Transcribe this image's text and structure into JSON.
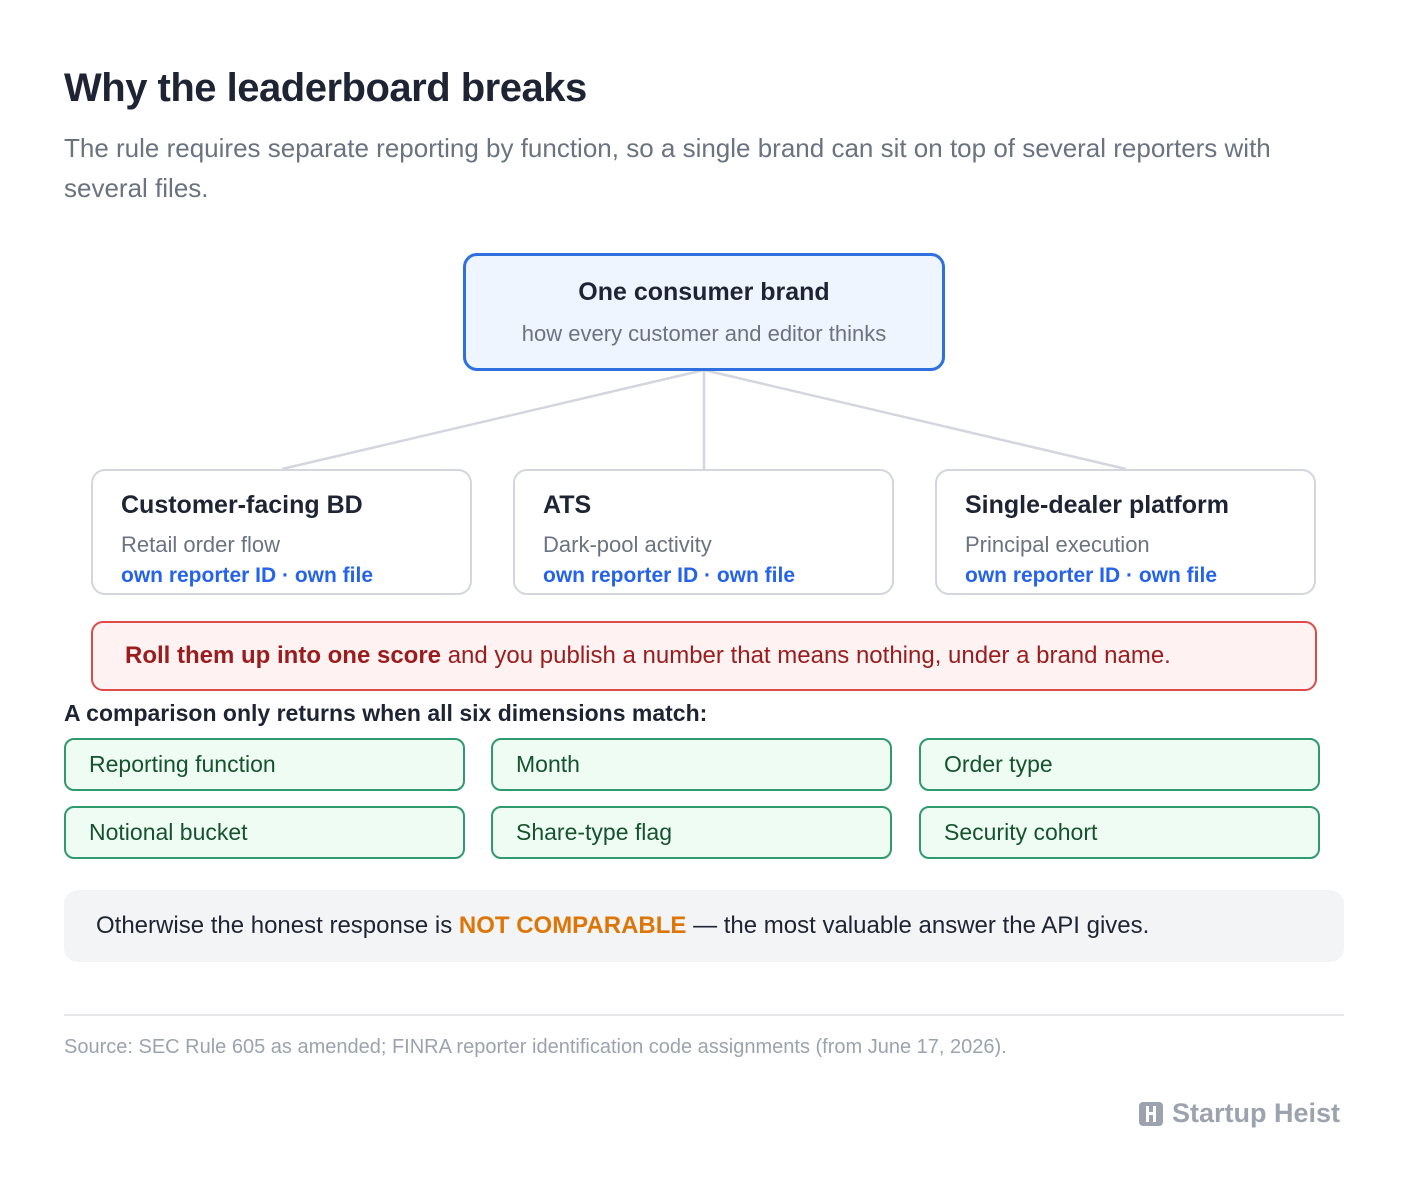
{
  "header": {
    "title": "Why the leaderboard breaks",
    "subtitle": "The rule requires separate reporting by function, so a single brand can sit on top of several reporters with several files."
  },
  "diagram": {
    "root": {
      "title": "One consumer brand",
      "subtitle": "how every customer and editor thinks"
    },
    "children": [
      {
        "title": "Customer-facing BD",
        "subtitle": "Retail order flow",
        "tag": "own reporter ID · own file"
      },
      {
        "title": "ATS",
        "subtitle": "Dark-pool activity",
        "tag": "own reporter ID · own file"
      },
      {
        "title": "Single-dealer platform",
        "subtitle": "Principal execution",
        "tag": "own reporter ID · own file"
      }
    ]
  },
  "warning": {
    "bold": "Roll them up into one score",
    "rest": " and you publish a number that means nothing, under a brand name."
  },
  "dimensions": {
    "heading": "A comparison only returns when all six dimensions match:",
    "items": [
      "Reporting function",
      "Month",
      "Order type",
      "Notional bucket",
      "Share-type flag",
      "Security cohort"
    ]
  },
  "note": {
    "before": "Otherwise the honest response is ",
    "highlight": "NOT COMPARABLE",
    "after": " — the most valuable answer the API gives."
  },
  "footer": {
    "source": "Source: SEC Rule 605 as amended; FINRA reporter identification code assignments (from June 17, 2026).",
    "brand": "Startup Heist",
    "brand_icon": "building-icon"
  },
  "colors": {
    "root_border": "#2f6fe0",
    "link_blue": "#2563eb",
    "warning_red": "#9b1c1c",
    "pill_green": "#2f9a6e",
    "highlight_orange": "#dd7608"
  }
}
